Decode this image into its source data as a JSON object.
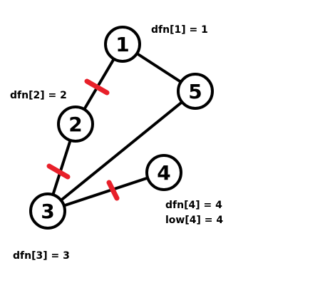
{
  "graph": {
    "nodes": [
      {
        "id": "1",
        "label": "1"
      },
      {
        "id": "2",
        "label": "2"
      },
      {
        "id": "3",
        "label": "3"
      },
      {
        "id": "4",
        "label": "4"
      },
      {
        "id": "5",
        "label": "5"
      }
    ],
    "edges": [
      {
        "from": "1",
        "to": "2",
        "marked": true
      },
      {
        "from": "2",
        "to": "3",
        "marked": true
      },
      {
        "from": "3",
        "to": "4",
        "marked": true
      },
      {
        "from": "1",
        "to": "5",
        "marked": false
      },
      {
        "from": "3",
        "to": "5",
        "marked": false
      }
    ],
    "annotations": {
      "dfn1": "dfn[1] = 1",
      "dfn2": "dfn[2] = 2",
      "dfn3": "dfn[3] = 3",
      "dfn4": "dfn[4] = 4",
      "low4": "low[4] = 4"
    },
    "colors": {
      "edge": "#000000",
      "node_fill": "#ffffff",
      "node_stroke": "#000000",
      "marker": "#e8202a"
    }
  }
}
